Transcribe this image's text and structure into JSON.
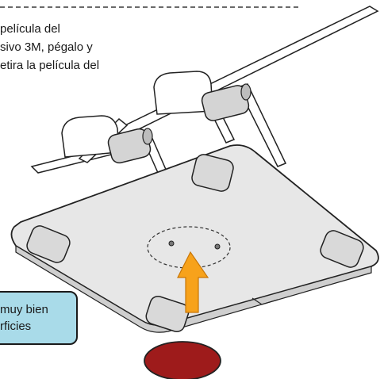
{
  "instruction": {
    "lines": [
      "película del",
      "sivo 3M, pégalo y",
      "etira la película del"
    ]
  },
  "tip": {
    "lines": [
      "muy bien",
      "rficies"
    ]
  },
  "colors": {
    "tip_background": "#a9dbe9",
    "arrow": "#f7a21b",
    "adhesive_pad": "#9e1b1b",
    "line_art": "#222222"
  }
}
